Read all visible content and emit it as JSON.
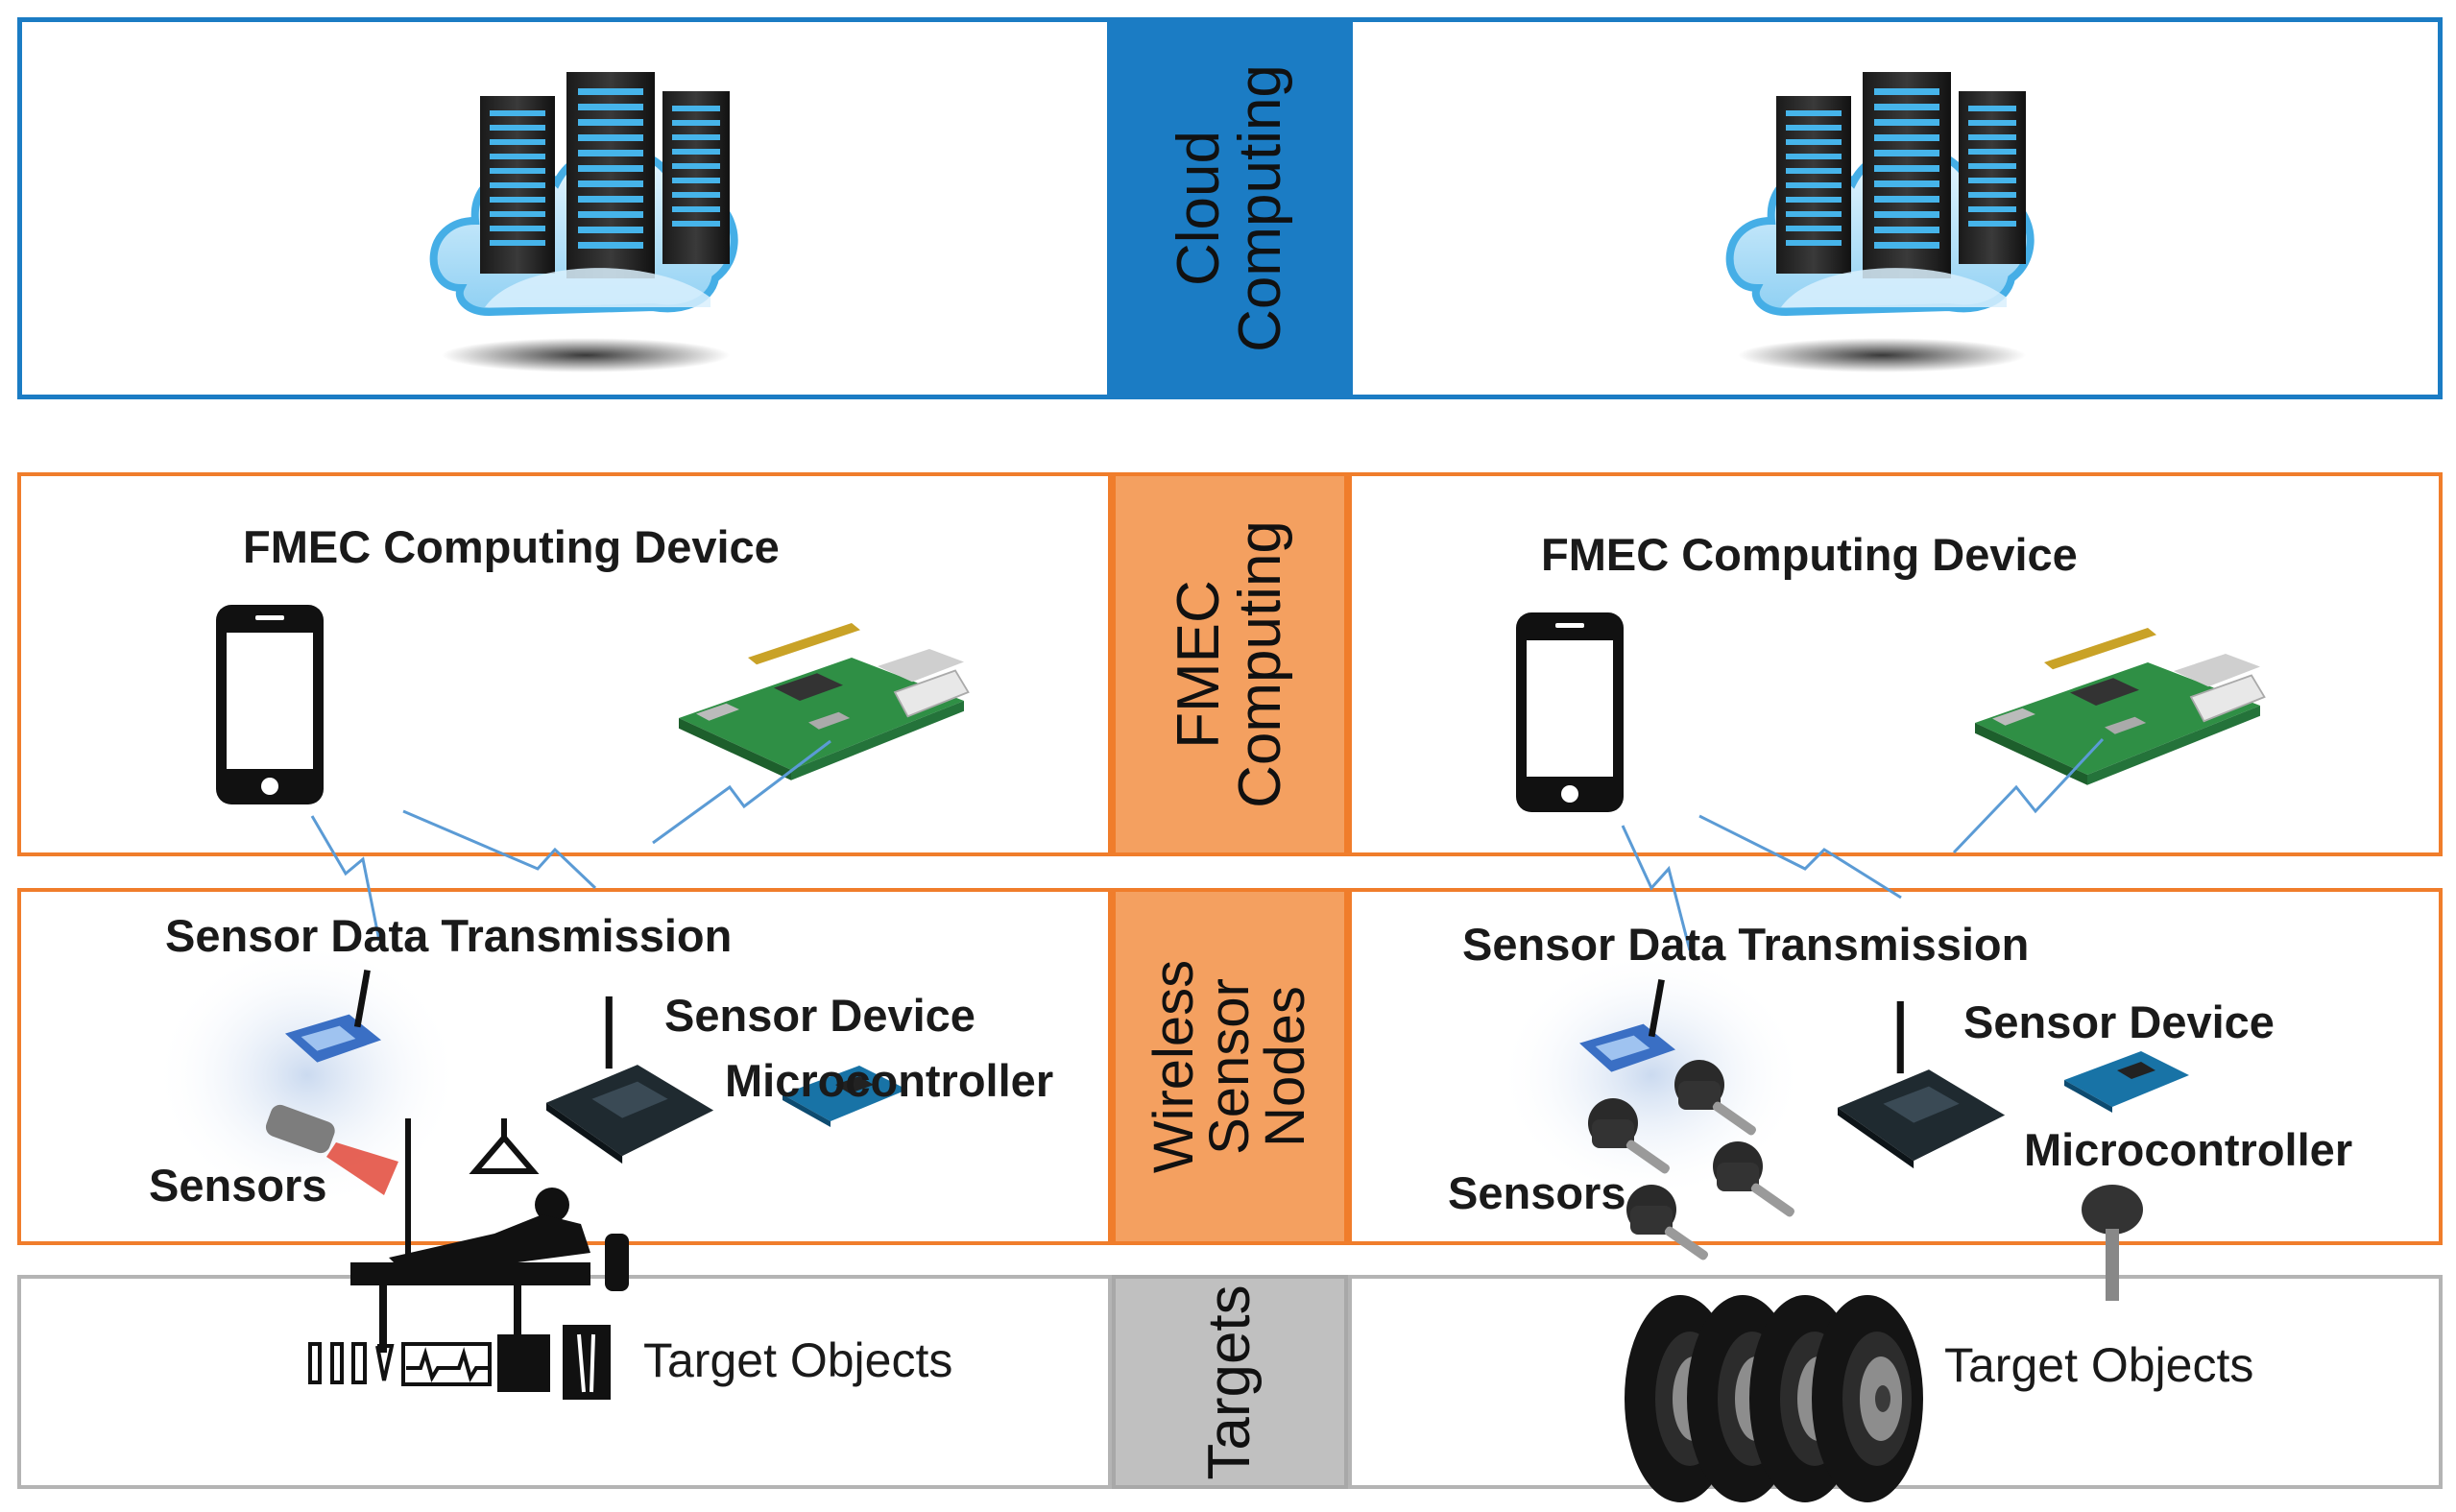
{
  "layers": {
    "cloud": {
      "line1": "Cloud",
      "line2": "Computing"
    },
    "fmec": {
      "line1": "FMEC",
      "line2": "Computing"
    },
    "wsn": {
      "line1": "Wireless",
      "line2": "Sensor",
      "line3": "Nodes"
    },
    "targets": {
      "line1": "Targets"
    }
  },
  "left": {
    "fmec_device": "FMEC Computing Device",
    "data_transmission": "Sensor Data Transmission",
    "sensor_device": "Sensor Device",
    "microcontroller": "Microcontroller",
    "sensors": "Sensors",
    "target_objects": "Target Objects"
  },
  "right": {
    "fmec_device": "FMEC Computing Device",
    "data_transmission": "Sensor Data Transmission",
    "sensor_device": "Sensor Device",
    "microcontroller": "Microcontroller",
    "sensors": "Sensors",
    "target_objects": "Target Objects"
  },
  "colors": {
    "cloud": "#1b7cc4",
    "fmec": "#f07d2b",
    "targets": "#b4b4b4",
    "link": "#5b9bd5"
  }
}
